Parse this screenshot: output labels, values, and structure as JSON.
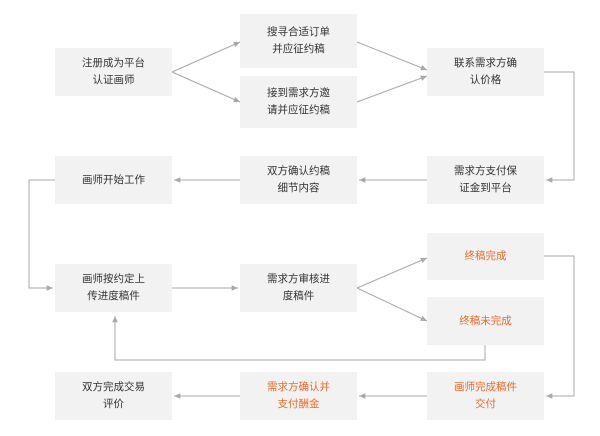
{
  "nodes": [
    {
      "id": "register",
      "text": "注册成为平台\n认证画师"
    },
    {
      "id": "search",
      "text": "搜寻合适订单\n并应征约稿"
    },
    {
      "id": "invited",
      "text": "接到需求方邀\n请并应征约稿"
    },
    {
      "id": "contact",
      "text": "联系需求方确\n认价格"
    },
    {
      "id": "deposit",
      "text": "需求方支付保\n证金到平台"
    },
    {
      "id": "confirm_details",
      "text": "双方确认约稿\n细节内容"
    },
    {
      "id": "start_work",
      "text": "画师开始工作"
    },
    {
      "id": "upload_progress",
      "text": "画师按约定上\n传进度稿件"
    },
    {
      "id": "review",
      "text": "需求方审核进\n度稿件"
    },
    {
      "id": "final_done",
      "text": "终稿完成",
      "accent": true
    },
    {
      "id": "final_not_done",
      "text": "终稿未完成",
      "accent": true
    },
    {
      "id": "deliver",
      "text": "画师完成稿件\n交付",
      "accent": true
    },
    {
      "id": "pay_reward",
      "text": "需求方确认并\n支付酬金",
      "accent": true
    },
    {
      "id": "evaluate",
      "text": "双方完成交易\n评价"
    }
  ],
  "colors": {
    "box": "#f2f2f2",
    "text": "#333333",
    "accent": "#ec6c2a",
    "arrow": "#a9a9a9"
  }
}
